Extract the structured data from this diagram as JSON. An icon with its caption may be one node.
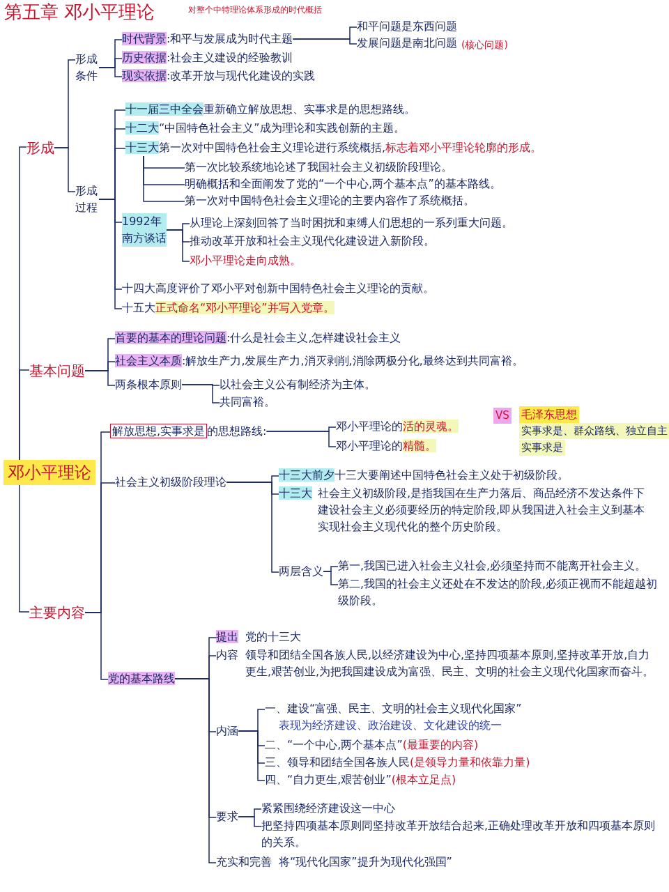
{
  "diagram": {
    "title": "第五章 邓小平理论",
    "nodes": [
      {
        "text": [
          "邓小平理论"
        ]
      },
      {
        "text": [
          "形成"
        ]
      },
      {
        "text": [
          "形成条件"
        ]
      },
      {
        "text": [
          "时代背景",
          ":和平与发展成为时代主题"
        ]
      },
      {
        "text": [
          "和平问题是东西问题"
        ]
      },
      {
        "text": [
          "发展问题是南北问题"
        ],
        "beside": [
          "(核心问题)"
        ]
      },
      {
        "text": [
          "历史依据",
          ":社会主义建设的经验教训"
        ]
      },
      {
        "text": [
          "现实依据",
          ":改革开放与现代化建设的实践"
        ]
      },
      {
        "text": [
          "形成过程"
        ]
      },
      {
        "text": [
          "十一届三中全会",
          "重新确立解放思想、实事求是的思想路线。"
        ]
      },
      {
        "text": [
          "十二大",
          "“中国特色社会主义”成为理论和实践创新的主题。"
        ]
      },
      {
        "text": [
          "十三大",
          "第一次对中国特色社会主义理论进行系统概括,",
          "标志着邓小平理论轮廓的形成。"
        ]
      },
      {
        "text": [
          "第一次比较系统地论述了我国社会主义初级阶段理论。"
        ]
      },
      {
        "text": [
          "明确概括和全面阐发了党的“一个中心,两个基本点”的基本路线。"
        ]
      },
      {
        "text": [
          "第一次对中国特色社会主义理论的主要内容作了系统概括。"
        ]
      },
      {
        "text": [
          "1992年",
          "南方谈话"
        ]
      },
      {
        "text": [
          "从理论上深刻回答了当时困扰和束缚人们思想的一系列重大问题。"
        ]
      },
      {
        "text": [
          "推动改革开放和社会主义现代化建设进入新阶段。"
        ]
      },
      {
        "text": [
          "邓小平理论走向成熟。"
        ]
      },
      {
        "text": [
          "十四大",
          "高度评价了邓小平对创新中国特色社会主义理论的贡献。"
        ]
      },
      {
        "text": [
          "十五大",
          "正式命名“邓小平理论”并写入党章。"
        ]
      },
      {
        "text": [
          "基本问题"
        ]
      },
      {
        "text": [
          "首要的基本的理论问题",
          ":什么是社会主义,怎样建设社会主义"
        ]
      },
      {
        "text": [
          "社会主义本质",
          ":解放生产力,发展生产力,消灭剥削,消除两极分化,最终达到共同富裕。"
        ]
      },
      {
        "text": [
          "两条根本原则"
        ]
      },
      {
        "text": [
          "以社会主义公有制经济为主体。"
        ]
      },
      {
        "text": [
          "共同富裕。"
        ]
      },
      {
        "text": [
          "主要内容"
        ]
      },
      {
        "text": [
          "解放思想,实事求是",
          "的思想路线:"
        ]
      },
      {
        "text": [
          "邓小平理论的",
          "活的灵魂。"
        ]
      },
      {
        "text": [
          "邓小平理论的",
          "精髓。"
        ]
      },
      {
        "text": [
          "社会主义初级阶段理论"
        ]
      },
      {
        "text": [
          "十三大前夕",
          "十三大要阐述中国特色社会主义处于初级阶段。"
        ]
      },
      {
        "text": [
          "十三大",
          "社会主义初级阶段,是指我国在生产力落后、商品经济不发达条件下建设社会主义必须要经历的特定阶段,即从我国进入社会主义到基本实现社会主义现代化的整个历史阶段。"
        ]
      },
      {
        "text": [
          "两层含义"
        ]
      },
      {
        "text": [
          "第一,我国已进入社会主义社会,必须坚持而不能离开社会主义。"
        ]
      },
      {
        "text": [
          "第二,我国的社会主义还处在不发达的阶段,必须正视而不能超越初级阶段。"
        ]
      },
      {
        "text": [
          "党的基本路线"
        ]
      },
      {
        "text": [
          "提出",
          "党的十三大"
        ]
      },
      {
        "text": [
          "内容",
          "领导和团结全国各族人民,以经济建设为中心,坚持四项基本原则,坚持改革开放,自力更生,艰苦创业,为把我国建设成为富强、民主、文明的社会主义现代化国家而奋斗。"
        ]
      },
      {
        "text": [
          "内涵"
        ]
      },
      {
        "text": [
          "一、建设“富强、民主、文明的社会主义现代化国家”",
          "表现为经济建设、政治建设、文化建设的统一"
        ]
      },
      {
        "text": [
          "二、“一个中心,两个基本点”",
          "(最重要的内容)"
        ]
      },
      {
        "text": [
          "三、领导和团结全国各族人民",
          "(是领导力量和依靠力量)"
        ]
      },
      {
        "text": [
          "四、“自力更生,艰苦创业”",
          "(根本立足点)"
        ]
      },
      {
        "text": [
          "要求"
        ]
      },
      {
        "text": [
          "紧紧围绕经济建设这一中心"
        ]
      },
      {
        "text": [
          "把坚持四项基本原则同坚持改革开放结合起来,正确处理改革开放和四项基本原则的关系。"
        ]
      },
      {
        "text": [
          "充实和完善",
          "将“现代化国家”提升为现代化强国”"
        ]
      }
    ],
    "edges": [
      {
        "from": 0,
        "to": 1,
        "arrow": "none"
      },
      {
        "from": 0,
        "to": 21,
        "arrow": "none"
      },
      {
        "from": 0,
        "to": 27,
        "arrow": "none"
      },
      {
        "from": 1,
        "to": 2,
        "arrow": "none"
      },
      {
        "from": 1,
        "to": 8,
        "arrow": "none"
      },
      {
        "from": 2,
        "to": 3,
        "arrow": "none"
      },
      {
        "from": 2,
        "to": 6,
        "arrow": "none"
      },
      {
        "from": 2,
        "to": 7,
        "arrow": "none"
      },
      {
        "from": 3,
        "to": 4,
        "arrow": "none"
      },
      {
        "from": 3,
        "to": 5,
        "arrow": "none"
      },
      {
        "from": 8,
        "to": 9,
        "arrow": "none"
      },
      {
        "from": 8,
        "to": 10,
        "arrow": "none"
      },
      {
        "from": 8,
        "to": 11,
        "arrow": "none"
      },
      {
        "from": 8,
        "to": 15,
        "arrow": "none"
      },
      {
        "from": 8,
        "to": 19,
        "arrow": "none"
      },
      {
        "from": 8,
        "to": 20,
        "arrow": "none"
      },
      {
        "from": 11,
        "to": 12,
        "arrow": "none"
      },
      {
        "from": 11,
        "to": 13,
        "arrow": "none"
      },
      {
        "from": 11,
        "to": 14,
        "arrow": "none"
      },
      {
        "from": 15,
        "to": 16,
        "arrow": "none"
      },
      {
        "from": 15,
        "to": 17,
        "arrow": "none"
      },
      {
        "from": 15,
        "to": 18,
        "arrow": "none"
      },
      {
        "from": 21,
        "to": 22,
        "arrow": "none"
      },
      {
        "from": 21,
        "to": 23,
        "arrow": "none"
      },
      {
        "from": 21,
        "to": 24,
        "arrow": "none"
      },
      {
        "from": 24,
        "to": 25,
        "arrow": "none"
      },
      {
        "from": 24,
        "to": 26,
        "arrow": "none"
      },
      {
        "from": 27,
        "to": 28,
        "arrow": "none"
      },
      {
        "from": 27,
        "to": 31,
        "arrow": "none"
      },
      {
        "from": 27,
        "to": 37,
        "arrow": "none"
      },
      {
        "from": 28,
        "to": 29,
        "arrow": "none"
      },
      {
        "from": 28,
        "to": 30,
        "arrow": "none"
      },
      {
        "from": 31,
        "to": 32,
        "arrow": "none"
      },
      {
        "from": 31,
        "to": 33,
        "arrow": "none"
      },
      {
        "from": 31,
        "to": 34,
        "arrow": "none"
      },
      {
        "from": 34,
        "to": 35,
        "arrow": "none"
      },
      {
        "from": 34,
        "to": 36,
        "arrow": "none"
      },
      {
        "from": 37,
        "to": 38,
        "arrow": "none"
      },
      {
        "from": 37,
        "to": 39,
        "arrow": "none"
      },
      {
        "from": 37,
        "to": 40,
        "arrow": "none"
      },
      {
        "from": 37,
        "to": 45,
        "arrow": "none"
      },
      {
        "from": 37,
        "to": 48,
        "arrow": "none"
      },
      {
        "from": 40,
        "to": 41,
        "arrow": "none"
      },
      {
        "from": 40,
        "to": 42,
        "arrow": "none"
      },
      {
        "from": 40,
        "to": 43,
        "arrow": "none"
      },
      {
        "from": 40,
        "to": 44,
        "arrow": "none"
      },
      {
        "from": 45,
        "to": 46,
        "arrow": "none"
      },
      {
        "from": 45,
        "to": 47,
        "arrow": "none"
      }
    ],
    "labels": [
      "对整个中特理论体系形成的时代概括",
      "VS",
      "毛泽东思想",
      "实事求是、群众路线、独立自主",
      "实事求是"
    ]
  }
}
